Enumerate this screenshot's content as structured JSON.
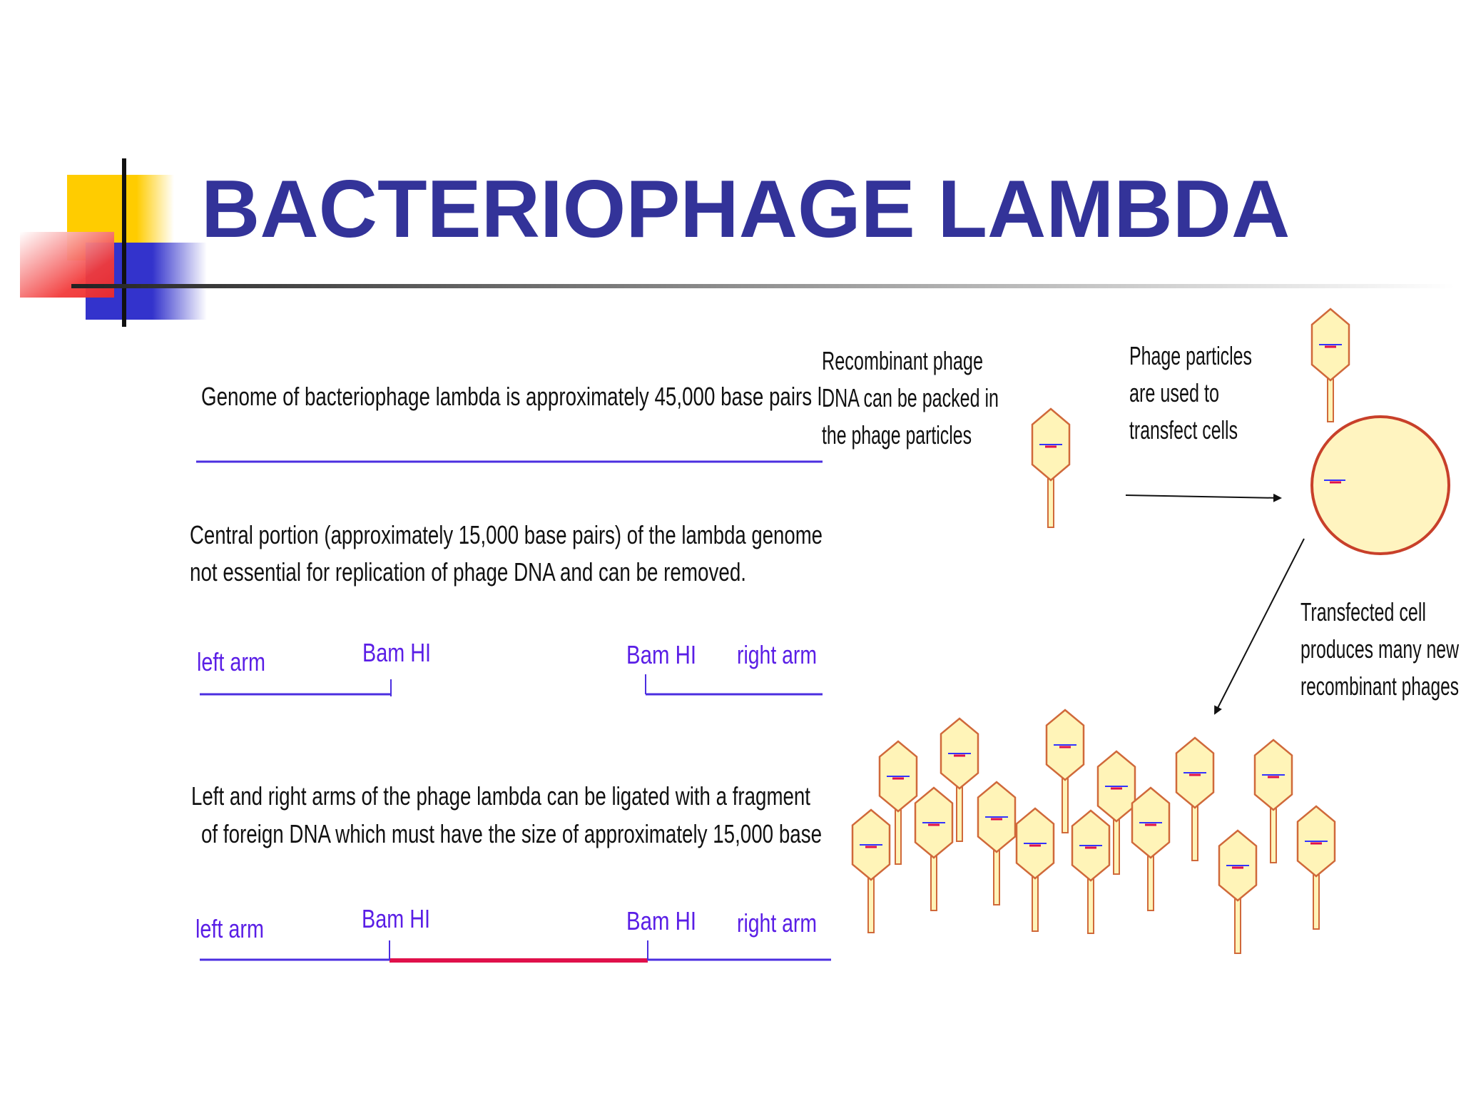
{
  "slide": {
    "title": "BACTERIOPHAGE LAMBDA",
    "genome_text": "Genome of bacteriophage lambda is approximately 45,000 base pairs l",
    "central_line1": "Central portion (approximately 15,000 base pairs) of the lambda genome",
    "central_line2": "not essential for replication of phage DNA and can be removed.",
    "ligate_line1": "Left and right arms of the phage lambda can be ligated with a fragment",
    "ligate_line2": "of foreign DNA which must have the size of approximately 15,000 base",
    "diagram1": {
      "left_arm": "left arm",
      "bam_left": "Bam HI",
      "bam_right": "Bam HI",
      "right_arm": "right arm"
    },
    "diagram2": {
      "left_arm": "left arm",
      "bam_left": "Bam HI",
      "bam_right": "Bam HI",
      "right_arm": "right arm"
    },
    "recombinant_1": "Recombinant phage",
    "recombinant_2": "DNA can be packed in",
    "recombinant_3": "the phage particles",
    "particles_1": "Phage particles",
    "particles_2": "are used to",
    "particles_3": "transfect cells",
    "transfected_1": "Transfected cell",
    "transfected_2": "produces many new",
    "transfected_3": "recombinant phages"
  },
  "colors": {
    "title": "#333399",
    "label": "#5a1ee6",
    "dna_line": "#4b2ee0",
    "foreign_dna": "#e0104a",
    "phage_fill": "#fff4b8",
    "phage_stroke": "#d0693a",
    "cell_fill": "#fff4c0",
    "cell_stroke": "#c8402a"
  },
  "icons": [
    "phage-icon",
    "cell-icon",
    "arrow-icon"
  ]
}
